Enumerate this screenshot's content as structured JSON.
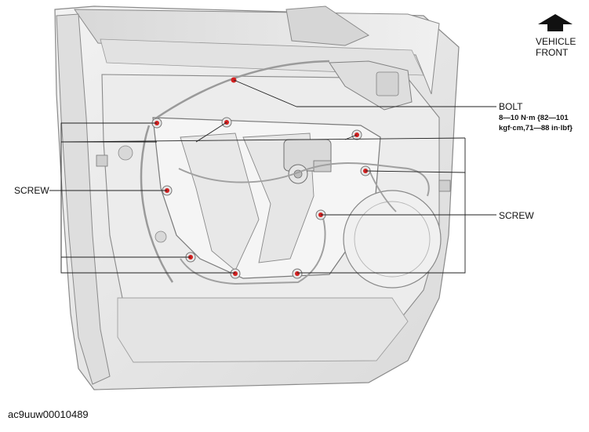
{
  "orientation": {
    "line1": "VEHICLE",
    "line2": "FRONT",
    "icon": "up-arrow-icon"
  },
  "callouts": {
    "bolt_label": "BOLT",
    "bolt_torque_line1": "8—10 N·m {82—101",
    "bolt_torque_line2": "kgf·cm,71—88 in·lbf}",
    "screw_left_label": "SCREW",
    "screw_right_label": "SCREW"
  },
  "caption": "ac9uuw00010489",
  "colors": {
    "panel_fill": "#e9e9e9",
    "panel_shadow": "#cfcfcf",
    "outline": "#8a8a8a",
    "fastener_red": "#d42020",
    "leader_line": "#222222"
  }
}
